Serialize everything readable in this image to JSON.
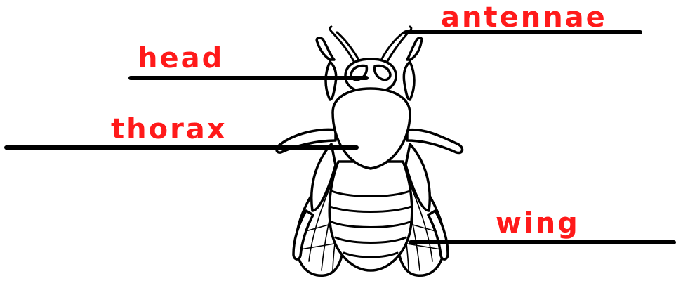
{
  "labels": {
    "antennae": "antennae",
    "head": "head",
    "thorax": "thorax",
    "wing": "wing"
  },
  "colors": {
    "label": "#ff1a1a",
    "line": "#000000"
  }
}
